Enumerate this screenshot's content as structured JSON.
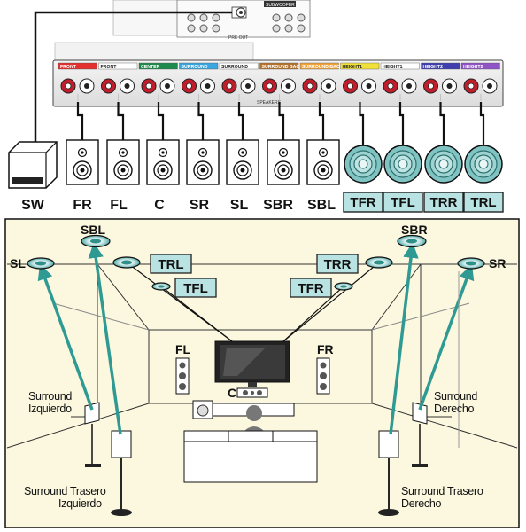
{
  "receiver": {
    "channels": [
      {
        "label": "FRONT",
        "color": "#e2312e"
      },
      {
        "label": "FRONT",
        "color": "#ffffff"
      },
      {
        "label": "CENTER",
        "color": "#1e8a4c"
      },
      {
        "label": "SURROUND",
        "color": "#3aa6df"
      },
      {
        "label": "SURROUND",
        "color": "#ffffff"
      },
      {
        "label": "SURROUND BACK",
        "color": "#b5742e"
      },
      {
        "label": "SURROUND BACK",
        "color": "#f2a43a"
      },
      {
        "label": "HEIGHT1",
        "color": "#f0e03a"
      },
      {
        "label": "HEIGHT1",
        "color": "#ffffff"
      },
      {
        "label": "HEIGHT2",
        "color": "#3f3fb0"
      },
      {
        "label": "HEIGHT2",
        "color": "#8f55c7"
      }
    ],
    "speakers_label": "SPEAKERS",
    "preout_label": "PRE OUT",
    "subwoofer_label": "SUBWOOFER"
  },
  "top_labels": [
    "SW",
    "FR",
    "FL",
    "C",
    "SR",
    "SL",
    "SBR",
    "SBL"
  ],
  "height_labels": [
    "TFR",
    "TFL",
    "TRR",
    "TRL"
  ],
  "room": {
    "ceiling_labels": {
      "sbl": "SBL",
      "sbr": "SBR",
      "sl": "SL",
      "sr": "SR"
    },
    "height_tags": {
      "trl": "TRL",
      "tfl": "TFL",
      "trr": "TRR",
      "tfr": "TFR"
    },
    "front_labels": {
      "fl": "FL",
      "fr": "FR",
      "c": "C"
    },
    "captions": {
      "surround_left": [
        "Surround",
        "Izquierdo"
      ],
      "surround_right": [
        "Surround",
        "Derecho"
      ],
      "back_left": [
        "Surround Trasero",
        "Izquierdo"
      ],
      "back_right": [
        "Surround Trasero",
        "Derecho"
      ]
    }
  },
  "colors": {
    "room_bg": "#fbf8df",
    "tag_bg": "#b9e2e2",
    "tag_border": "#222222",
    "height_speaker": "#7fc3c2",
    "cone_teal": "#3e9e98"
  }
}
